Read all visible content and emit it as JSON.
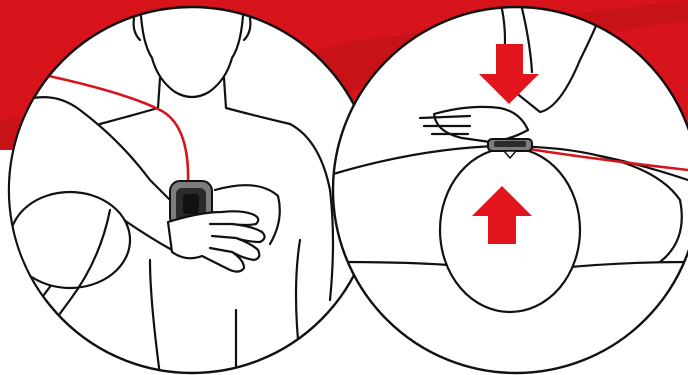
{
  "colors": {
    "background": "#ffffff",
    "banner": "#d7141b",
    "banner_dark": "#a90f15",
    "line": "#111111",
    "cable": "#d7141b",
    "arrow": "#e3151c",
    "device_body": "#2b2b2b",
    "device_rim": "#7d7d7d"
  },
  "panels": [
    {
      "id": "front-view",
      "icon": "cpr-feedback-device-front-view-illustration"
    },
    {
      "id": "side-view",
      "icon": "cpr-feedback-device-side-view-illustration",
      "arrows": [
        "arrow-down-icon",
        "arrow-up-icon"
      ]
    }
  ]
}
